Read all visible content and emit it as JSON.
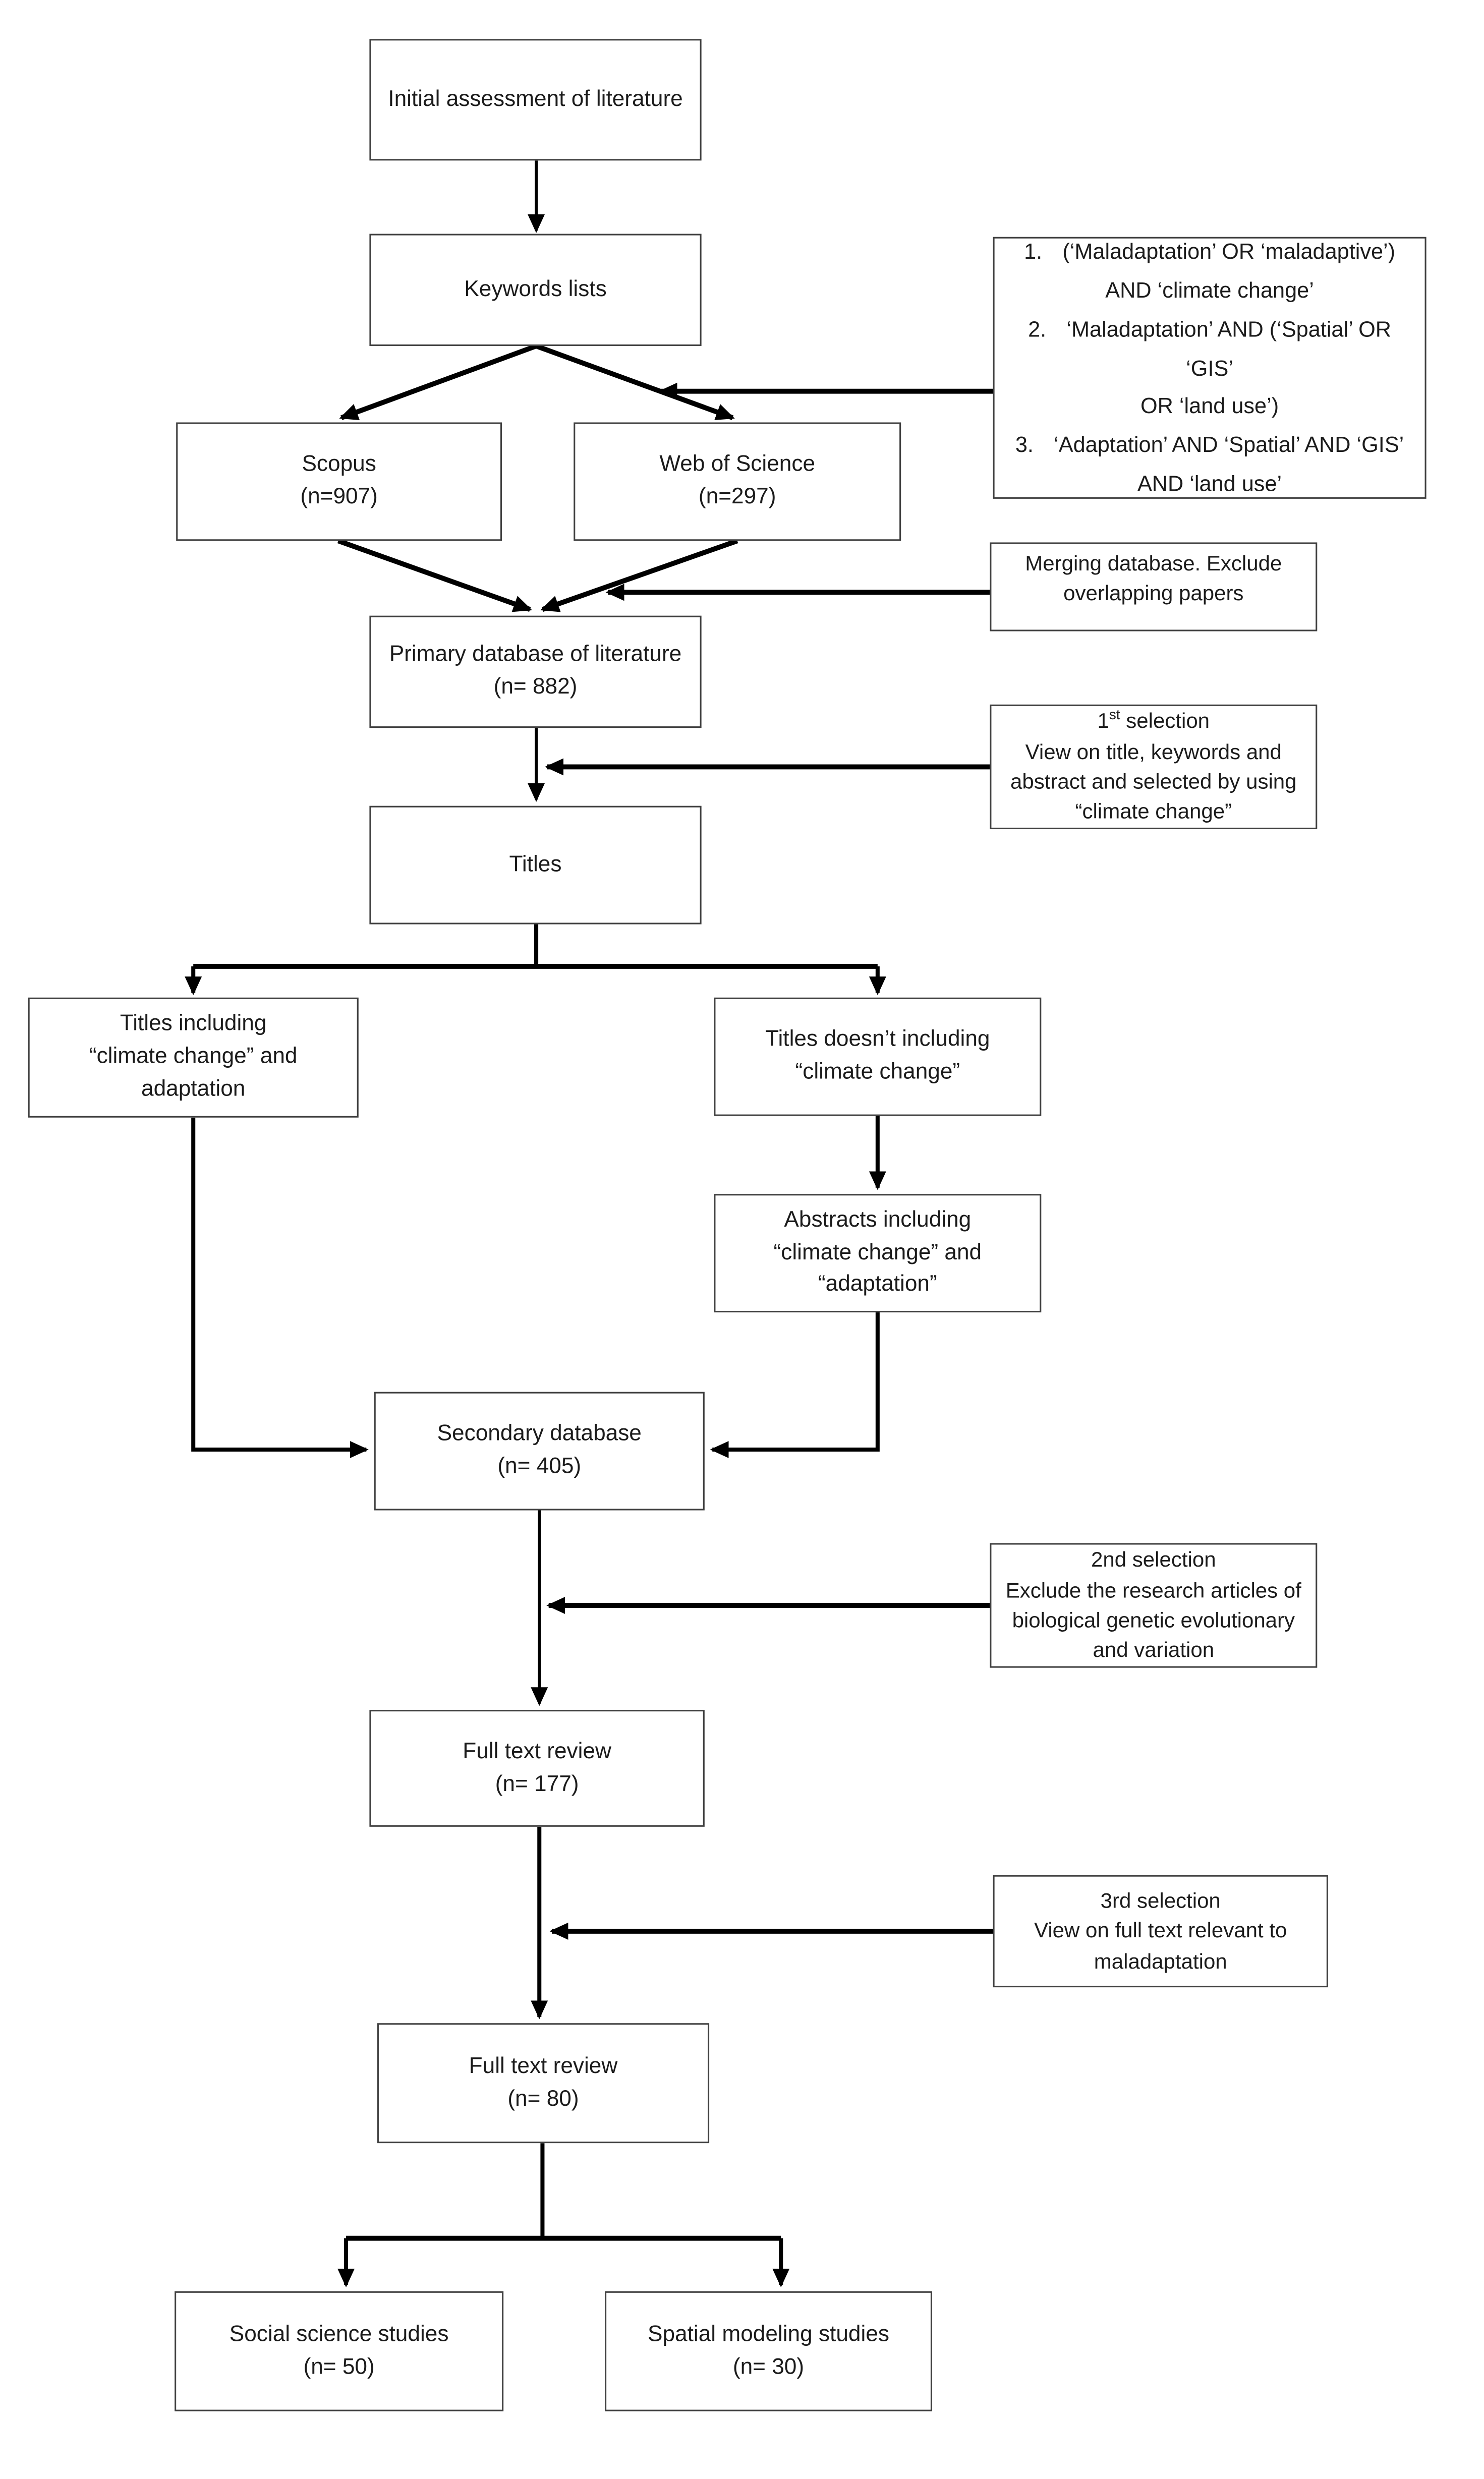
{
  "figure": "literature-selection-flowchart",
  "colors": {
    "background": "#ffffff",
    "box_border": "#404040",
    "text": "#1b1b1b",
    "connector": "#000000"
  },
  "nodes": {
    "initial": {
      "lines": [
        "Initial assessment of literature"
      ]
    },
    "keywords": {
      "lines": [
        "Keywords lists"
      ]
    },
    "scopus": {
      "lines": [
        "Scopus",
        "(n=907)"
      ]
    },
    "web_of_science": {
      "lines": [
        "Web of Science",
        "(n=297)"
      ]
    },
    "primary_database": {
      "lines": [
        "Primary database of literature",
        "(n= 882)"
      ]
    },
    "titles": {
      "lines": [
        "Titles"
      ]
    },
    "titles_including": {
      "lines": [
        "Titles including",
        "“climate change” and",
        "adaptation"
      ]
    },
    "titles_not_including": {
      "lines": [
        "Titles doesn’t including",
        "“climate change”"
      ]
    },
    "abstracts_including": {
      "lines": [
        "Abstracts including",
        "“climate change” and",
        "“adaptation”"
      ]
    },
    "secondary_database": {
      "lines": [
        "Secondary database",
        "(n= 405)"
      ]
    },
    "full_text_review_177": {
      "lines": [
        "Full text review",
        "(n= 177)"
      ]
    },
    "full_text_review_80": {
      "lines": [
        "Full text review",
        "(n= 80)"
      ]
    },
    "social_science": {
      "lines": [
        "Social science studies",
        "(n= 50)"
      ]
    },
    "spatial_modeling": {
      "lines": [
        "Spatial modeling studies",
        "(n= 30)"
      ]
    }
  },
  "annotations": {
    "keyword_queries": {
      "items": [
        {
          "num": "1.",
          "lines": [
            "(‘Maladaptation’ OR ‘maladaptive’)",
            "AND ‘climate change’"
          ]
        },
        {
          "num": "2.",
          "lines": [
            "‘Maladaptation’ AND (‘Spatial’ OR ‘GIS’",
            "OR ‘land use’)"
          ]
        },
        {
          "num": "3.",
          "lines": [
            "‘Adaptation’ AND ‘Spatial’ AND ‘GIS’",
            "AND ‘land use’"
          ]
        }
      ]
    },
    "merging": {
      "lines": [
        "Merging database. Exclude",
        "overlapping papers"
      ]
    },
    "first_selection": {
      "title_html": "1<sup>st</sup> selection",
      "lines": [
        "View on title, keywords and",
        "abstract and selected by using",
        "“climate change”"
      ]
    },
    "second_selection": {
      "lines": [
        "2nd selection",
        "Exclude the research articles of",
        "biological genetic evolutionary",
        "and variation"
      ]
    },
    "third_selection": {
      "lines": [
        "3rd selection",
        "View on full text relevant to",
        "maladaptation"
      ]
    }
  }
}
